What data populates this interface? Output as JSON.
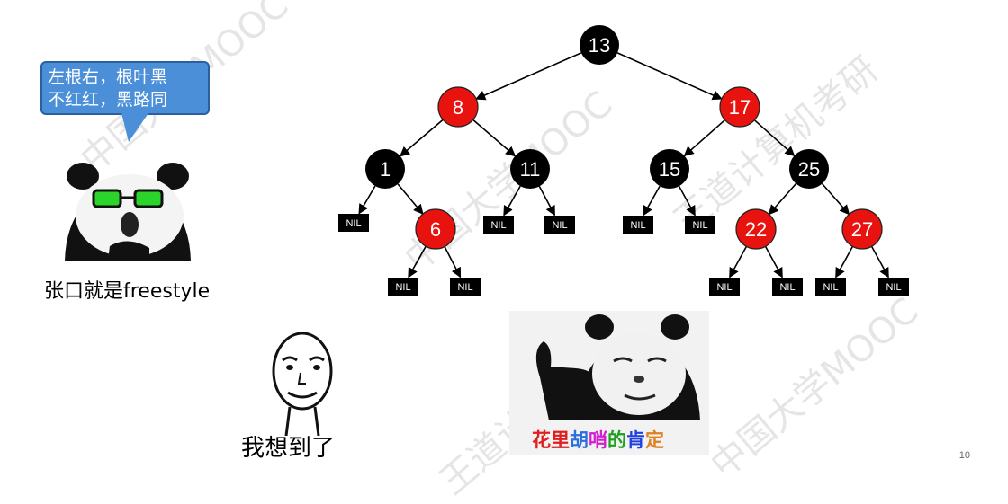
{
  "bubble": {
    "line1": "左根右，根叶黑",
    "line2": "不红红，黑路同"
  },
  "captions": {
    "freestyle": "张口就是freestyle",
    "thought": "我想到了",
    "approval": "花里胡哨的肯定"
  },
  "page_number": "10",
  "watermarks": [
    "中国大学MOOC",
    "王道计算机考研"
  ],
  "tree": {
    "colors": {
      "red": "#e8130f",
      "black": "#000000",
      "nil": "#000000"
    },
    "nodes": [
      {
        "id": "n13",
        "label": "13",
        "color": "black"
      },
      {
        "id": "n8",
        "label": "8",
        "color": "red"
      },
      {
        "id": "n17",
        "label": "17",
        "color": "red"
      },
      {
        "id": "n1",
        "label": "1",
        "color": "black"
      },
      {
        "id": "n11",
        "label": "11",
        "color": "black"
      },
      {
        "id": "n15",
        "label": "15",
        "color": "black"
      },
      {
        "id": "n25",
        "label": "25",
        "color": "black"
      },
      {
        "id": "n6",
        "label": "6",
        "color": "red"
      },
      {
        "id": "n22",
        "label": "22",
        "color": "red"
      },
      {
        "id": "n27",
        "label": "27",
        "color": "red"
      },
      {
        "id": "nil1",
        "label": "NIL",
        "color": "nil"
      },
      {
        "id": "nil2",
        "label": "NIL",
        "color": "nil"
      },
      {
        "id": "nil3",
        "label": "NIL",
        "color": "nil"
      },
      {
        "id": "nil4",
        "label": "NIL",
        "color": "nil"
      },
      {
        "id": "nil5",
        "label": "NIL",
        "color": "nil"
      },
      {
        "id": "nil6",
        "label": "NIL",
        "color": "nil"
      },
      {
        "id": "nil7",
        "label": "NIL",
        "color": "nil"
      },
      {
        "id": "nil8",
        "label": "NIL",
        "color": "nil"
      },
      {
        "id": "nil9",
        "label": "NIL",
        "color": "nil"
      },
      {
        "id": "nil10",
        "label": "NIL",
        "color": "nil"
      },
      {
        "id": "nil11",
        "label": "NIL",
        "color": "nil"
      }
    ],
    "edges": [
      [
        "n13",
        "n8"
      ],
      [
        "n13",
        "n17"
      ],
      [
        "n8",
        "n1"
      ],
      [
        "n8",
        "n11"
      ],
      [
        "n17",
        "n15"
      ],
      [
        "n17",
        "n25"
      ],
      [
        "n1",
        "nil1"
      ],
      [
        "n1",
        "n6"
      ],
      [
        "n11",
        "nil2"
      ],
      [
        "n11",
        "nil3"
      ],
      [
        "n15",
        "nil4"
      ],
      [
        "n15",
        "nil5"
      ],
      [
        "n25",
        "n22"
      ],
      [
        "n25",
        "n27"
      ],
      [
        "n6",
        "nil6"
      ],
      [
        "n6",
        "nil7"
      ],
      [
        "n22",
        "nil8"
      ],
      [
        "n22",
        "nil9"
      ],
      [
        "n27",
        "nil10"
      ],
      [
        "n27",
        "nil11"
      ]
    ]
  }
}
